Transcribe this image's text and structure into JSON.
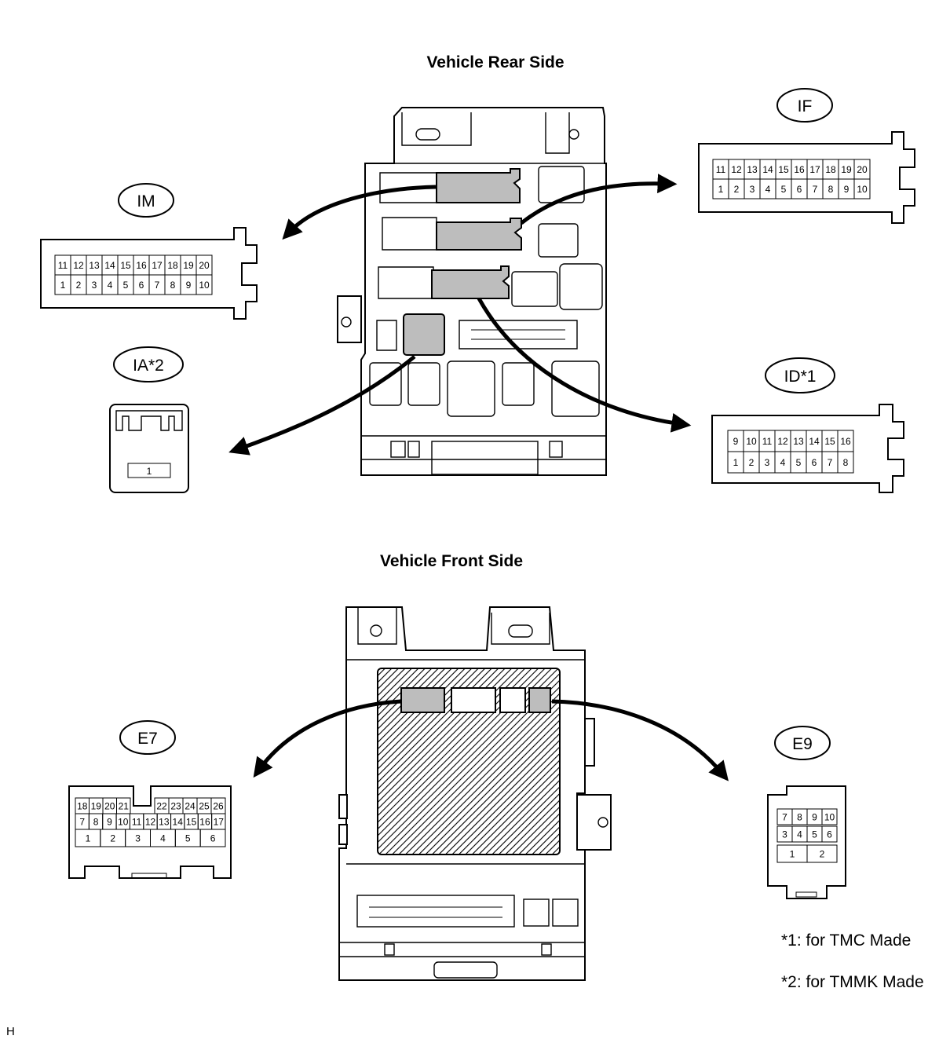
{
  "headings": {
    "rear": "Vehicle Rear Side",
    "front": "Vehicle Front Side"
  },
  "connectors": {
    "IM": {
      "tag": "IM",
      "top": [
        "11",
        "12",
        "13",
        "14",
        "15",
        "16",
        "17",
        "18",
        "19",
        "20"
      ],
      "bottom": [
        "1",
        "2",
        "3",
        "4",
        "5",
        "6",
        "7",
        "8",
        "9",
        "10"
      ]
    },
    "IF": {
      "tag": "IF",
      "top": [
        "11",
        "12",
        "13",
        "14",
        "15",
        "16",
        "17",
        "18",
        "19",
        "20"
      ],
      "bottom": [
        "1",
        "2",
        "3",
        "4",
        "5",
        "6",
        "7",
        "8",
        "9",
        "10"
      ]
    },
    "IA2": {
      "tag": "IA*2",
      "pins": [
        "1"
      ]
    },
    "ID1": {
      "tag": "ID*1",
      "top": [
        "9",
        "10",
        "11",
        "12",
        "13",
        "14",
        "15",
        "16"
      ],
      "bottom": [
        "1",
        "2",
        "3",
        "4",
        "5",
        "6",
        "7",
        "8"
      ]
    },
    "E7": {
      "tag": "E7",
      "row1_left": [
        "18",
        "19",
        "20",
        "21"
      ],
      "row1_right": [
        "22",
        "23",
        "24",
        "25",
        "26"
      ],
      "row2": [
        "7",
        "8",
        "9",
        "10",
        "11",
        "12",
        "13",
        "14",
        "15",
        "16",
        "17"
      ],
      "row3": [
        "1",
        "2",
        "3",
        "4",
        "5",
        "6"
      ]
    },
    "E9": {
      "tag": "E9",
      "row1": [
        "7",
        "8",
        "9",
        "10"
      ],
      "row2": [
        "3",
        "4",
        "5",
        "6"
      ],
      "row3": [
        "1",
        "2"
      ]
    }
  },
  "notes": [
    "*1: for TMC Made",
    "*2: for TMMK Made"
  ],
  "corner_mark": "H",
  "colors": {
    "connector_fill": "#bdbdbd",
    "line": "#000000"
  }
}
